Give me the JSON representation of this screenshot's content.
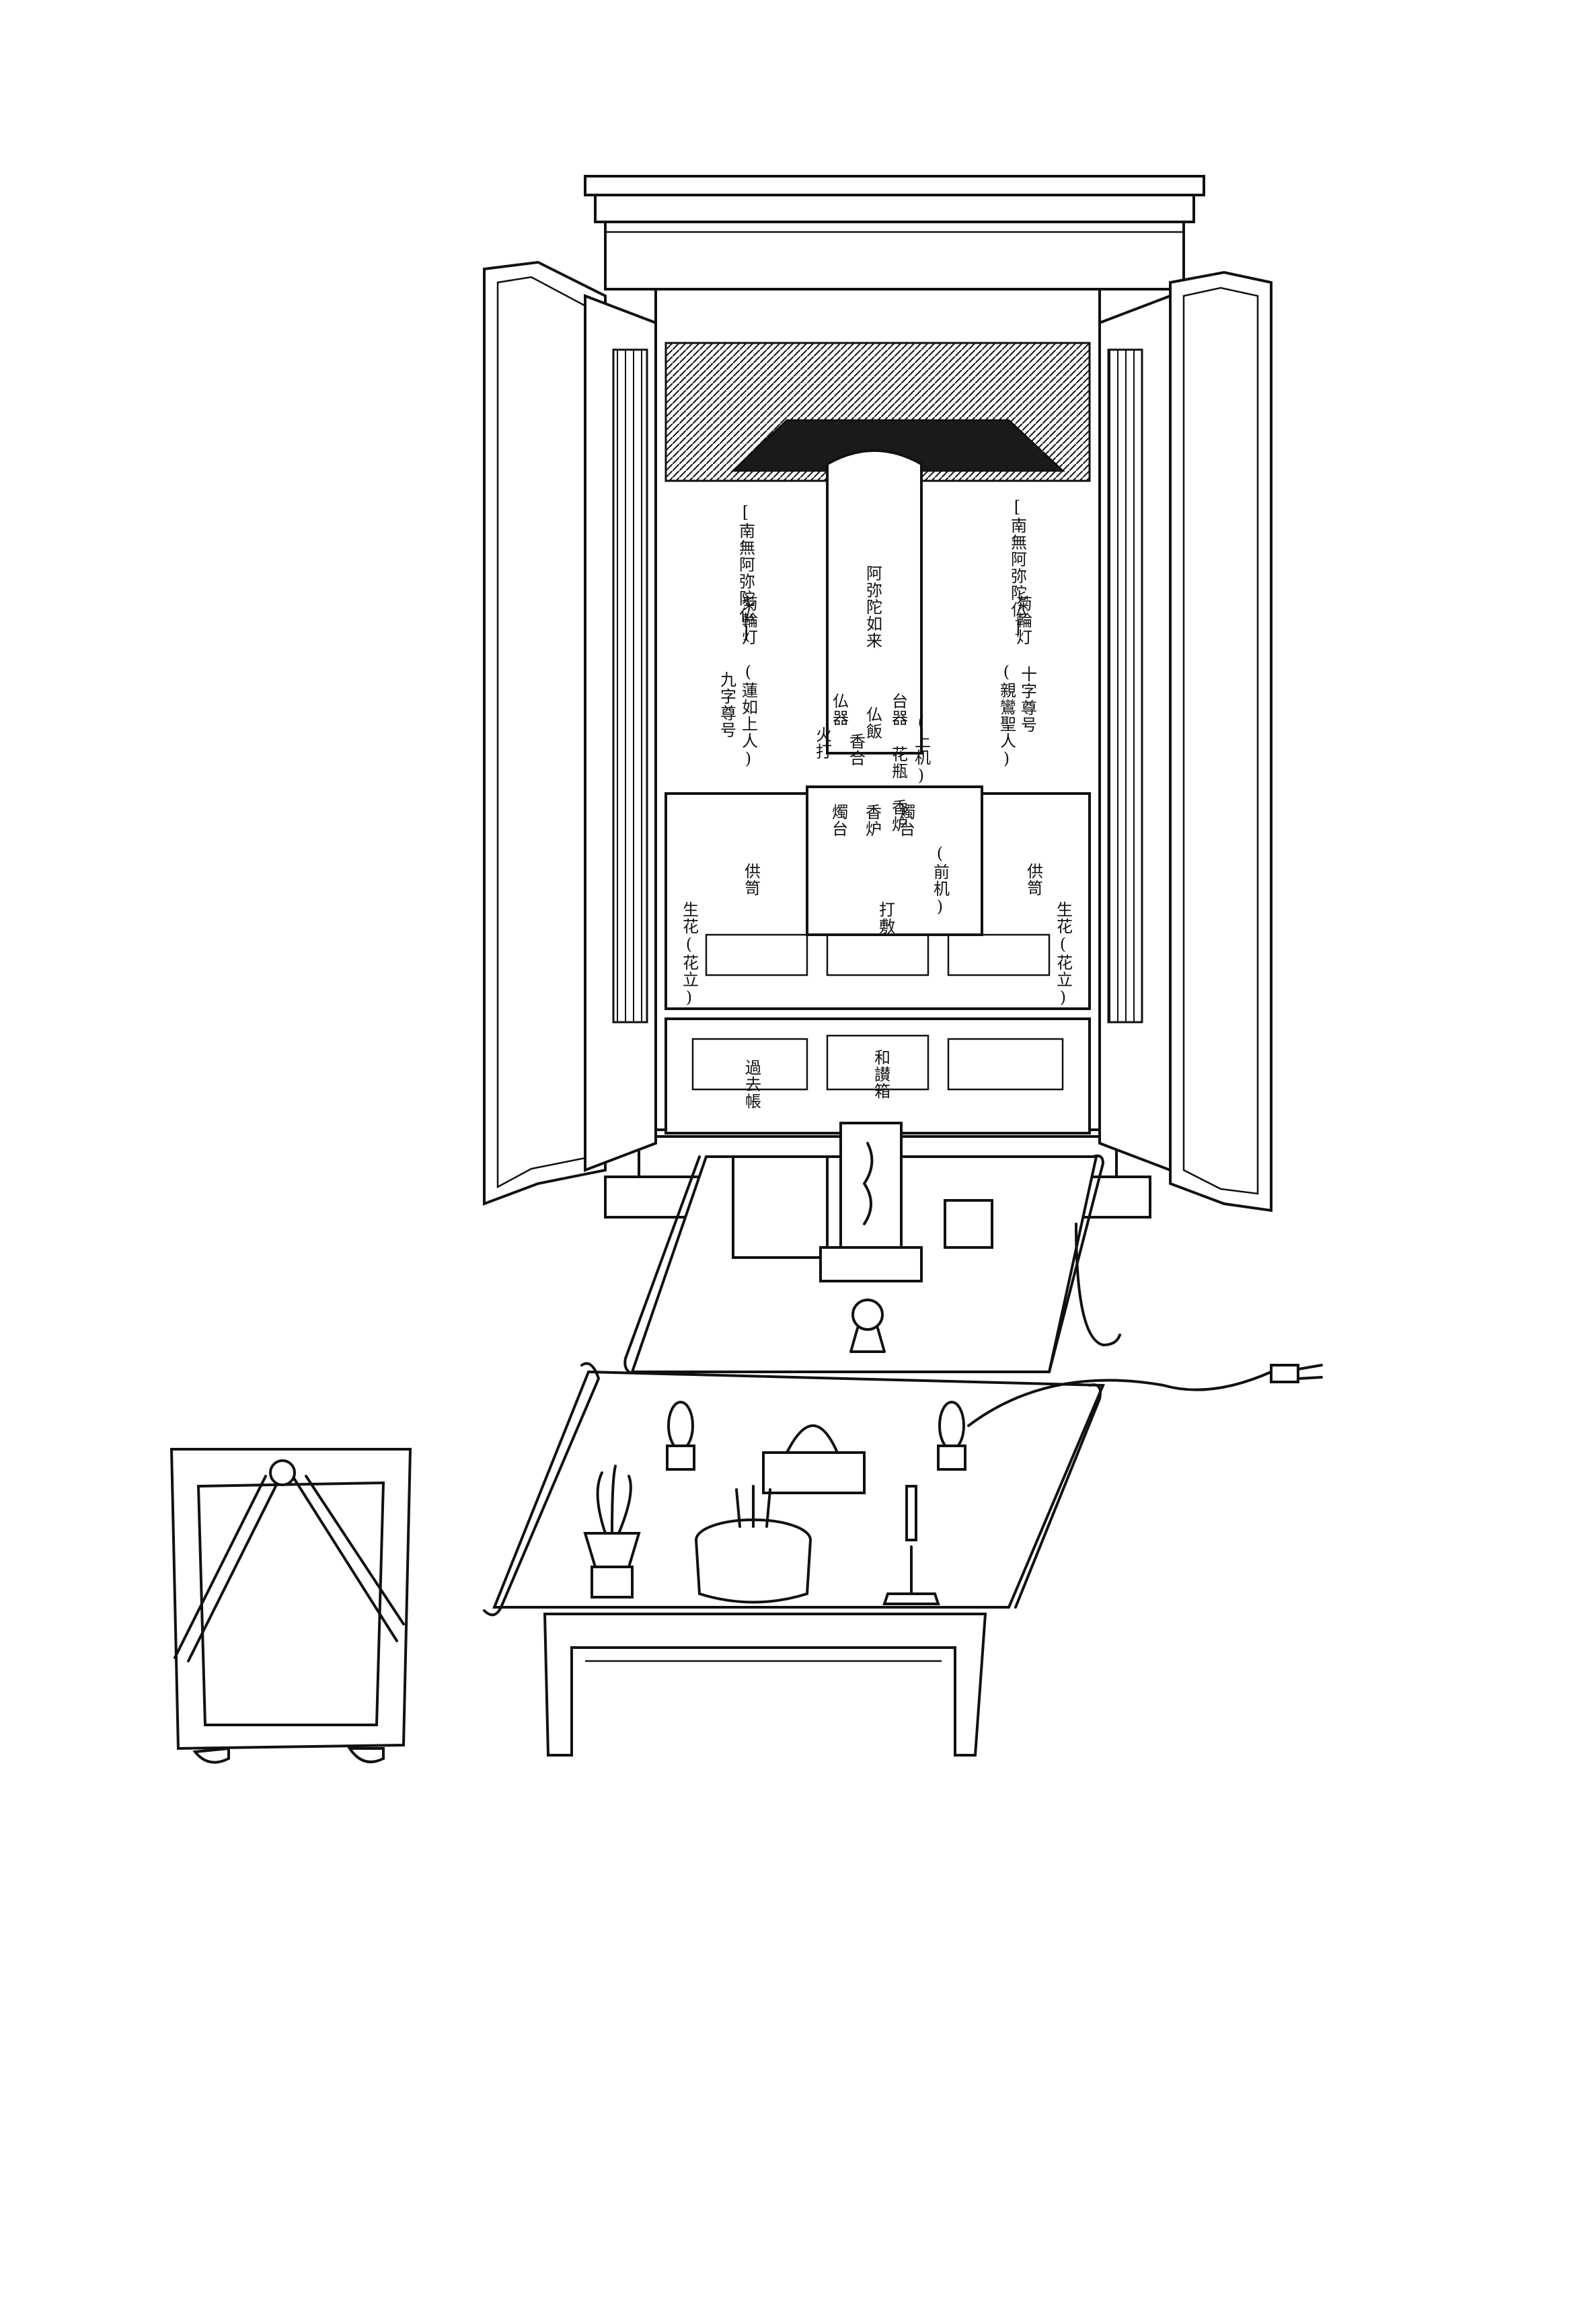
{
  "labels": {
    "left_hanging_scroll": "[南無阿弥陀仏]",
    "left_lamp": "菊輪灯",
    "left_master": "(蓮如上人)",
    "left_nine_char": "九字尊号",
    "main_image": "阿弥陀如来",
    "upper_desk": "(上机)",
    "vase_burner_set": "台器 花瓶 香炉",
    "rice": "仏飯",
    "incense_box": "香合",
    "buddha_lamp": "仏器",
    "candle_fire": "火打",
    "right_hanging_scroll": "[南無阿弥陀仏]",
    "right_lamp": "菊輪灯",
    "right_master": "(親鸞聖人)",
    "right_ten_char": "十字尊号",
    "candlestick_l": "燭台",
    "incense_burner": "香炉",
    "candlestick_r": "燭台",
    "front_desk": "(前机)",
    "offering_l": "供笥",
    "offering_r": "供笥",
    "uchishiki": "打敷",
    "flower_l": "生花(花立)",
    "flower_r": "生花(花立)",
    "death_register": "過去帳",
    "sutra_book": "和讃箱"
  }
}
